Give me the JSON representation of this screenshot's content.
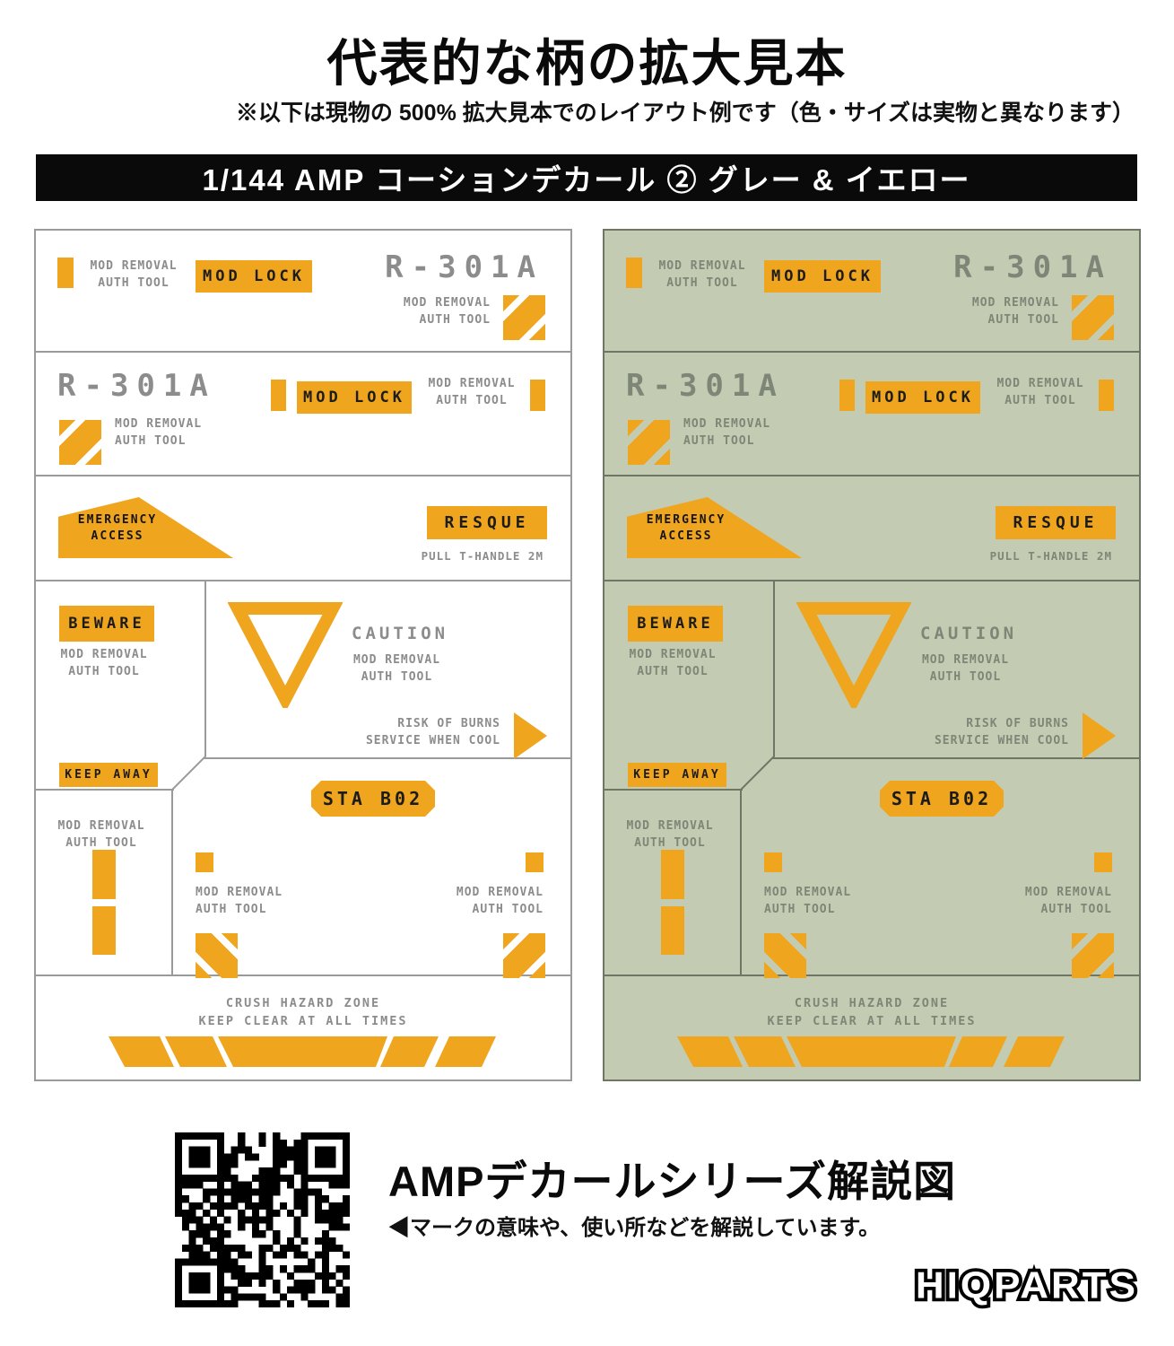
{
  "page": {
    "title": "代表的な柄の拡大見本",
    "subtitle": "※以下は現物の 500% 拡大見本でのレイアウト例です（色・サイズは実物と異なります）",
    "banner": "1/144 AMP コーションデカール ② グレー & イエロー"
  },
  "decal": {
    "mod_removal": "MOD REMOVAL",
    "auth_tool": "AUTH TOOL",
    "mod_lock": "MOD LOCK",
    "r301a": "R-301A",
    "emergency": "EMERGENCY",
    "access": "ACCESS",
    "resque": "RESQUE",
    "pull_t_handle": "PULL T-HANDLE 2M",
    "beware": "BEWARE",
    "keep_away": "KEEP AWAY",
    "caution": "CAUTION",
    "risk_of_burns": "RISK OF BURNS",
    "service_when_cool": "SERVICE WHEN COOL",
    "sta_b02": "STA B02",
    "crush_line1": "CRUSH HAZARD ZONE",
    "crush_line2": "KEEP CLEAR AT ALL TIMES"
  },
  "footer": {
    "heading": "AMPデカールシリーズ解説図",
    "description": "◀マークの意味や、使い所などを解説しています。",
    "logo": "HIQPARTS"
  },
  "colors": {
    "accent_yellow": "#EFA51E",
    "panel_green_bg": "#C3CBB2",
    "label_gray_white_panel": "#8C8C8C",
    "label_gray_green_panel": "#7E8677",
    "banner_bg": "#0A0A0A",
    "badge_text": "#1C1C1C"
  }
}
